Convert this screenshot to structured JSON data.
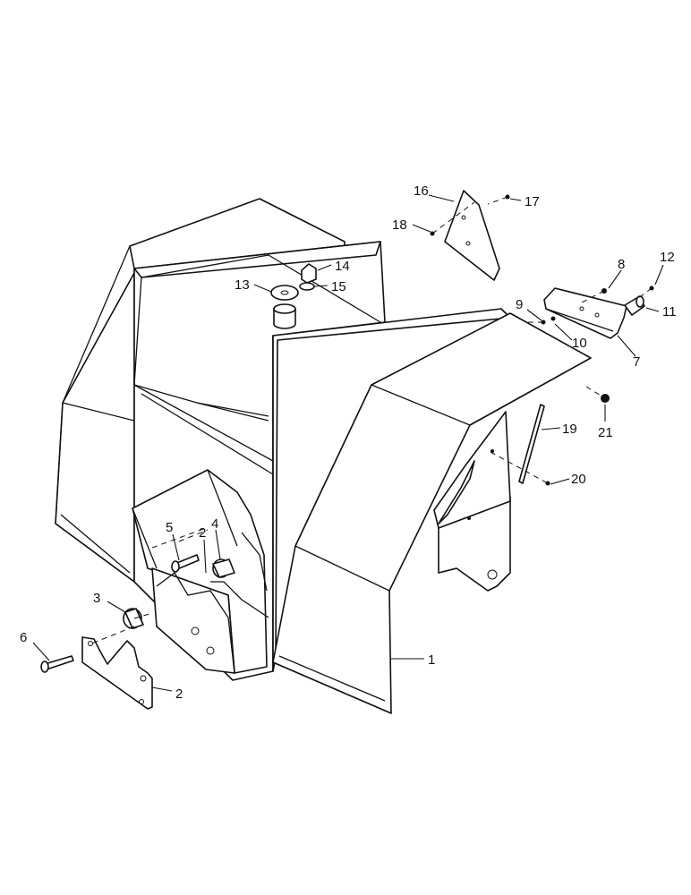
{
  "callouts": [
    {
      "id": "c1",
      "label": "1"
    },
    {
      "id": "c2a",
      "label": "2"
    },
    {
      "id": "c2b",
      "label": "2"
    },
    {
      "id": "c3",
      "label": "3"
    },
    {
      "id": "c4",
      "label": "4"
    },
    {
      "id": "c5",
      "label": "5"
    },
    {
      "id": "c6",
      "label": "6"
    },
    {
      "id": "c7",
      "label": "7"
    },
    {
      "id": "c8",
      "label": "8"
    },
    {
      "id": "c9",
      "label": "9"
    },
    {
      "id": "c10",
      "label": "10"
    },
    {
      "id": "c11",
      "label": "11"
    },
    {
      "id": "c12",
      "label": "12"
    },
    {
      "id": "c13",
      "label": "13"
    },
    {
      "id": "c14",
      "label": "14"
    },
    {
      "id": "c15",
      "label": "15"
    },
    {
      "id": "c16",
      "label": "16"
    },
    {
      "id": "c17",
      "label": "17"
    },
    {
      "id": "c18",
      "label": "18"
    },
    {
      "id": "c19",
      "label": "19"
    },
    {
      "id": "c20",
      "label": "20"
    },
    {
      "id": "c21",
      "label": "21"
    }
  ],
  "colors": {
    "ink": "#111111",
    "paper": "#ffffff"
  }
}
